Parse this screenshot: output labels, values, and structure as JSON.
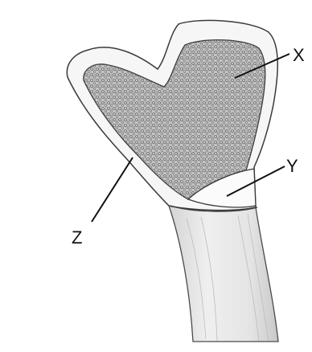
{
  "diagram": {
    "labels": {
      "x": "X",
      "y": "Y",
      "z": "Z"
    },
    "colors": {
      "ink": "#1a1a1a",
      "spongy_fill": "#bdbdbd",
      "cartilage": "#f7f7f7",
      "shaft_light": "#ececec",
      "shaft_shadow": "#d2d2d2",
      "background": "#ffffff"
    }
  }
}
